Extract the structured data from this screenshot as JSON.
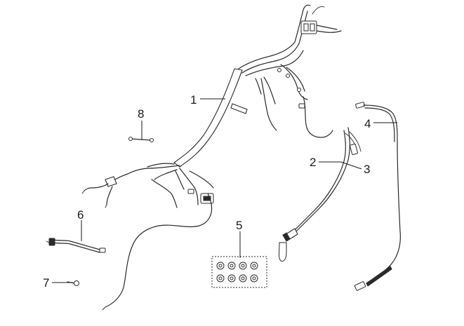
{
  "callouts": [
    {
      "id": "1",
      "label": "1"
    },
    {
      "id": "2",
      "label": "2"
    },
    {
      "id": "3",
      "label": "3"
    },
    {
      "id": "4",
      "label": "4"
    },
    {
      "id": "5",
      "label": "5"
    },
    {
      "id": "6",
      "label": "6"
    },
    {
      "id": "7",
      "label": "7"
    },
    {
      "id": "8",
      "label": "8"
    }
  ],
  "parts": [
    {
      "callout": "1",
      "icon": "main-wiring-harness-icon"
    },
    {
      "callout": "2",
      "icon": "brake-switch-cable-icon"
    },
    {
      "callout": "3",
      "icon": "brake-switch-cable-icon"
    },
    {
      "callout": "4",
      "icon": "speedometer-cable-icon"
    },
    {
      "callout": "5",
      "icon": "cable-clip-set-icon"
    },
    {
      "callout": "6",
      "icon": "ground-wire-icon"
    },
    {
      "callout": "7",
      "icon": "screw-icon"
    },
    {
      "callout": "8",
      "icon": "bolt-icon"
    }
  ]
}
